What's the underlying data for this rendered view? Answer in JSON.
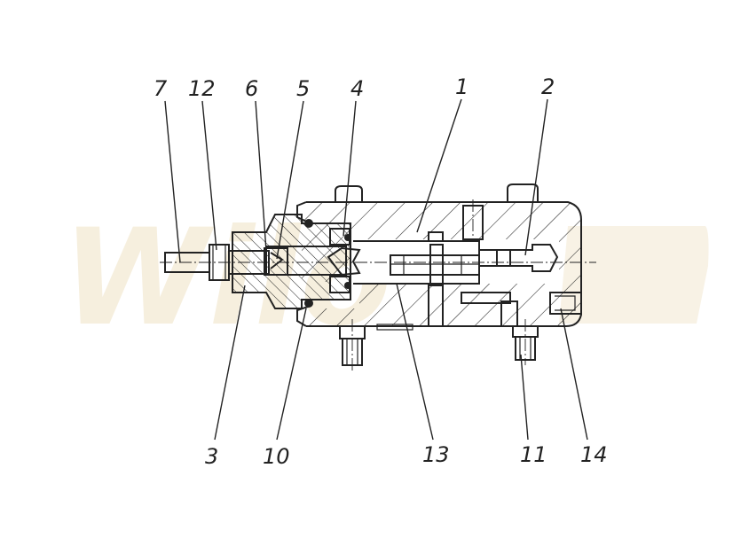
{
  "watermark": {
    "text": "Wilo",
    "color": "#f4ead4"
  },
  "callouts": [
    {
      "id": "7",
      "text": "7"
    },
    {
      "id": "12",
      "text": "12"
    },
    {
      "id": "6",
      "text": "6"
    },
    {
      "id": "5",
      "text": "5"
    },
    {
      "id": "4",
      "text": "4"
    },
    {
      "id": "1",
      "text": "1"
    },
    {
      "id": "2",
      "text": "2"
    },
    {
      "id": "3",
      "text": "3"
    },
    {
      "id": "10",
      "text": "10"
    },
    {
      "id": "13",
      "text": "13"
    },
    {
      "id": "11",
      "text": "11"
    },
    {
      "id": "14",
      "text": "14"
    }
  ],
  "colors": {
    "line": "#222222",
    "background": "#ffffff"
  }
}
